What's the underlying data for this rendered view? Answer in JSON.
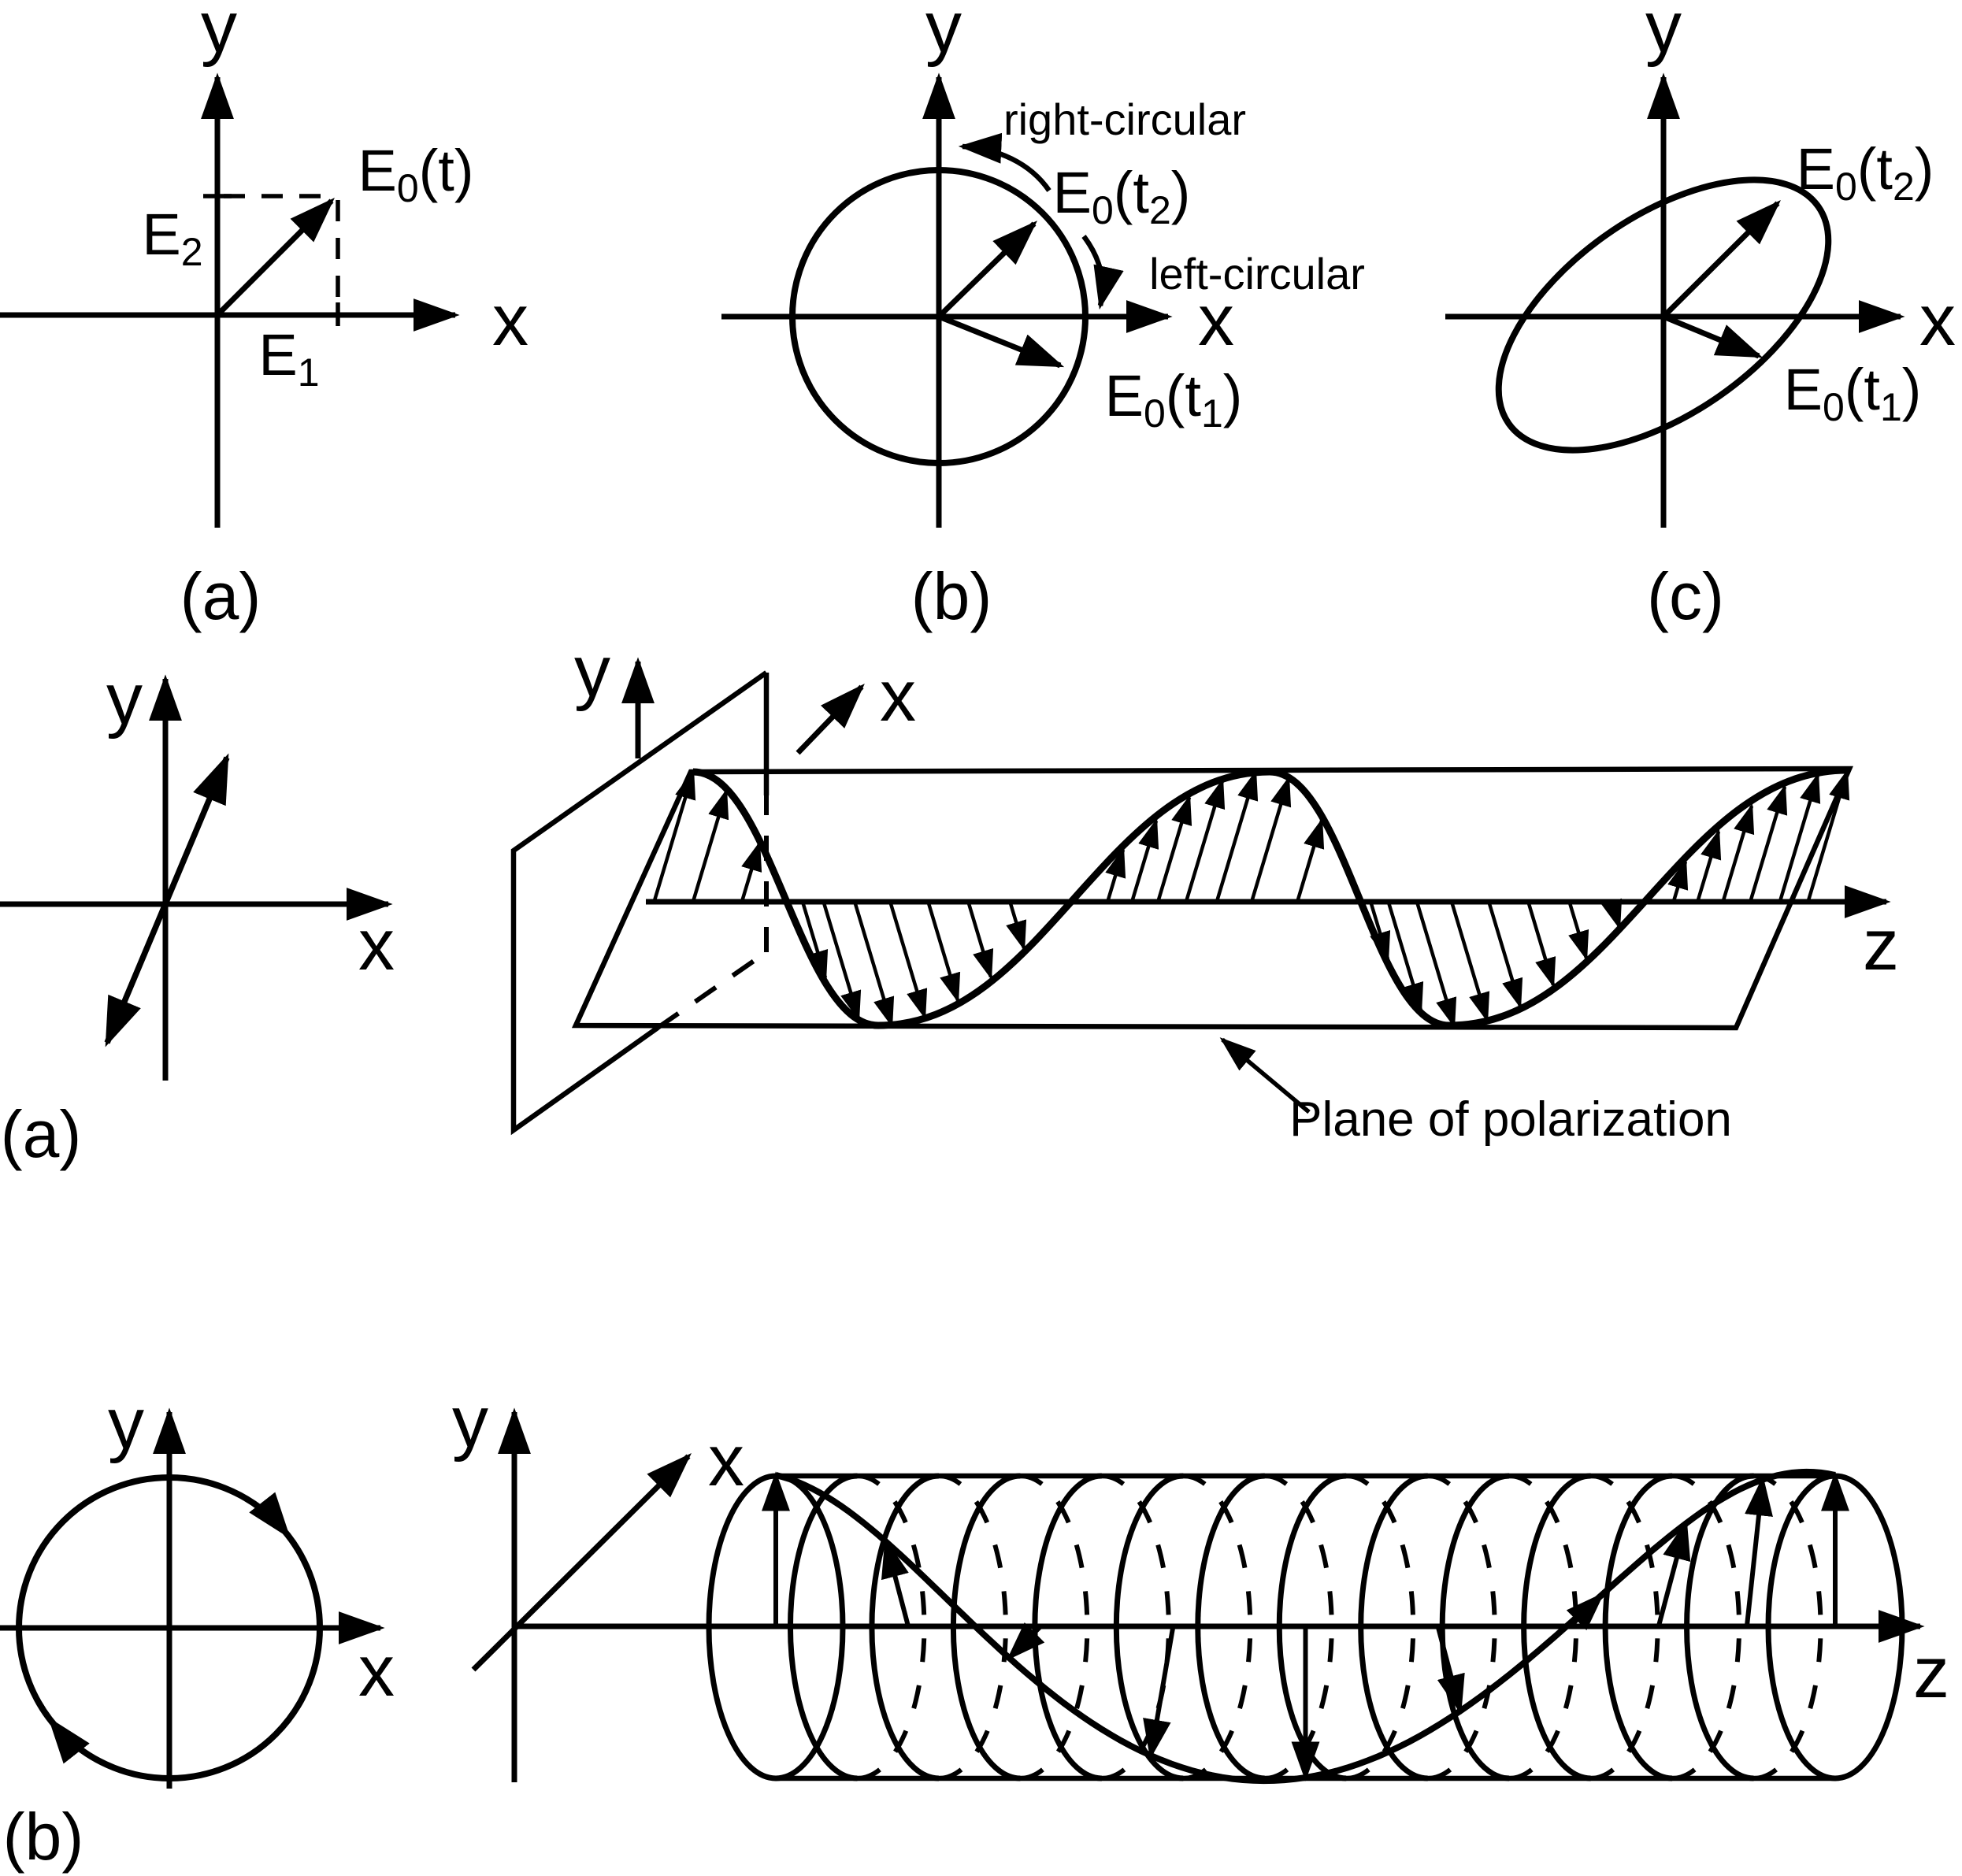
{
  "figure": {
    "background_color": "#ffffff",
    "ink_color": "#000000",
    "panels": {
      "linear_time": {
        "panel": "(a)",
        "label_y": "y",
        "label_x": "x",
        "e0t": [
          {
            "t": "E"
          },
          {
            "t": "0",
            "sub": true
          },
          {
            "t": "(t)"
          }
        ],
        "e2": [
          {
            "t": "E"
          },
          {
            "t": "2",
            "sub": true
          }
        ],
        "e1": [
          {
            "t": "E"
          },
          {
            "t": "1",
            "sub": true
          }
        ]
      },
      "circular_rotation": {
        "panel": "(b)",
        "label_y": "y",
        "label_x": "x",
        "right_circular": "right-circular",
        "left_circular": "left-circular",
        "e0t2": [
          {
            "t": "E"
          },
          {
            "t": "0",
            "sub": true
          },
          {
            "t": "(t"
          },
          {
            "t": "2",
            "sub": true
          },
          {
            "t": ")"
          }
        ],
        "e0t1": [
          {
            "t": "E"
          },
          {
            "t": "0",
            "sub": true
          },
          {
            "t": "(t"
          },
          {
            "t": "1",
            "sub": true
          },
          {
            "t": ")"
          }
        ]
      },
      "elliptical": {
        "panel": "(c)",
        "label_y": "y",
        "label_x": "x",
        "e0t2": [
          {
            "t": "E"
          },
          {
            "t": "0",
            "sub": true
          },
          {
            "t": "(t"
          },
          {
            "t": "2",
            "sub": true
          },
          {
            "t": ")"
          }
        ],
        "e0t1": [
          {
            "t": "E"
          },
          {
            "t": "0",
            "sub": true
          },
          {
            "t": "(t"
          },
          {
            "t": "1",
            "sub": true
          },
          {
            "t": ")"
          }
        ]
      },
      "linear_wave": {
        "panel": "(a)",
        "small_y": "y",
        "small_x": "x",
        "wave_y": "y",
        "wave_x": "x",
        "wave_z": "z",
        "caption": "Plane of polarization"
      },
      "circular_wave": {
        "panel": "(b)",
        "small_y": "y",
        "small_x": "x",
        "helix_y": "y",
        "helix_x": "x",
        "helix_z": "z"
      }
    }
  }
}
